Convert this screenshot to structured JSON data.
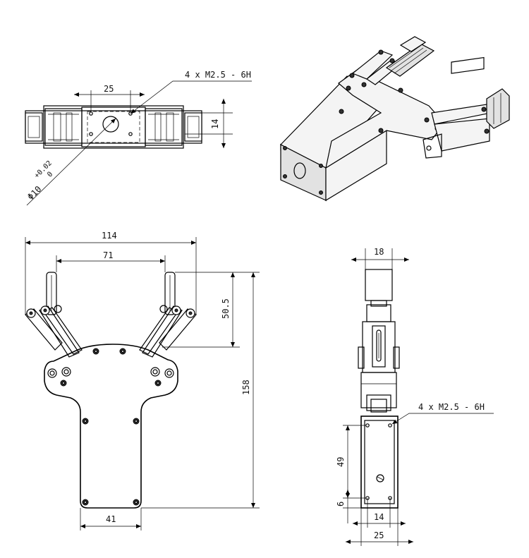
{
  "top_view": {
    "dim_width": "25",
    "dim_height": "14",
    "hole_note": "4 x M2.5 - 6H",
    "bore_diameter": "Φ10",
    "bore_tol_upper": "+0.02",
    "bore_tol_lower": "0"
  },
  "front_view": {
    "dim_overall_width": "114",
    "dim_jaw_span": "71",
    "dim_jaw_height": "50.5",
    "dim_total_height": "158",
    "dim_base_width": "41"
  },
  "side_view": {
    "dim_jaw_width": "18",
    "hole_note": "4 x M2.5 - 6H",
    "dim_hole_pitch": "49",
    "dim_hole_offset": "6",
    "dim_hole_span": "14",
    "dim_body_width": "25"
  }
}
